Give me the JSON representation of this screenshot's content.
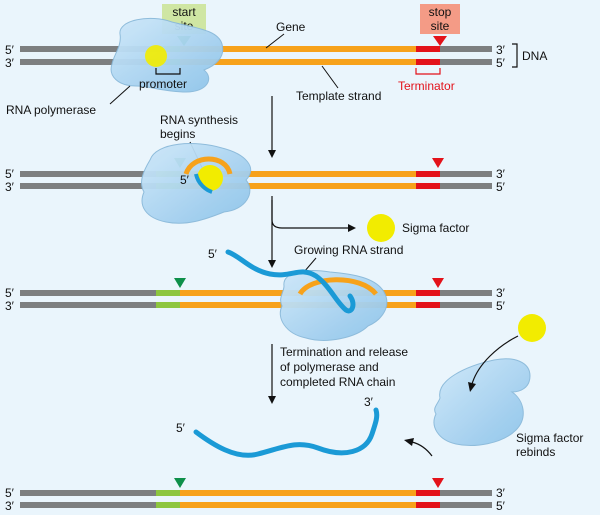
{
  "labels": {
    "start_site": [
      "start",
      "site"
    ],
    "stop_site": [
      "stop",
      "site"
    ],
    "gene": "Gene",
    "dna": "DNA",
    "promoter": "promoter",
    "terminator": "Terminator",
    "rna_polymerase": "RNA polymerase",
    "template_strand": "Template strand",
    "rna_synthesis_begins": [
      "RNA synthesis",
      "begins"
    ],
    "sigma_factor": "Sigma factor",
    "growing_rna_strand": "Growing RNA strand",
    "termination": [
      "Termination and release",
      "of polymerase and",
      "completed RNA chain"
    ],
    "sigma_factor_rebinds": [
      "Sigma factor",
      "rebinds"
    ],
    "five_prime": "5′",
    "three_prime": "3′"
  },
  "colors": {
    "background": "#eaf5fc",
    "dna_gray": "#7d7f80",
    "promoter_green": "#8dc63f",
    "gene_orange": "#f7a21b",
    "terminator_red": "#e3121a",
    "rna_blue": "#1b9ad6",
    "polymerase_blue": "#a9d4f2",
    "sigma_yellow": "#f2ec00",
    "start_box": "#cfe6a3",
    "stop_box": "#f49b86",
    "start_marker": "#0e8f4a",
    "stop_marker": "#e3121a"
  }
}
